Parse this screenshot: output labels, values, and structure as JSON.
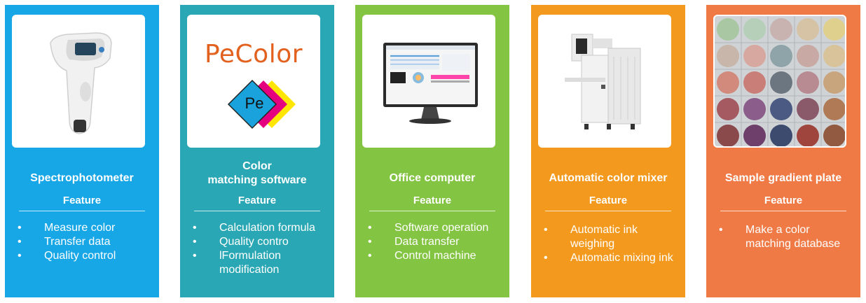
{
  "colors": {
    "card1": "#17a6e6",
    "card2": "#2aa7b4",
    "card3": "#84c443",
    "card4": "#f39a1e",
    "card5": "#ef7a45"
  },
  "cards": [
    {
      "title_lines": [
        "Spectrophotometer"
      ],
      "feature": "Feature",
      "items": [
        "Measure color",
        "Transfer data",
        "Quality control"
      ],
      "image_icon": "spectrophotometer-device"
    },
    {
      "title_lines": [
        "Color",
        "matching software"
      ],
      "feature": "Feature",
      "items": [
        "Calculation formula",
        "Quality contro",
        "lFormulation",
        "modification"
      ],
      "logo_text": "PeColor",
      "logo_mark": "Pe",
      "image_icon": "pecolor-logo"
    },
    {
      "title_lines": [
        "Office computer"
      ],
      "feature": "Feature",
      "items": [
        "Software operation",
        "Data transfer",
        "Control machine"
      ],
      "image_icon": "desktop-monitor"
    },
    {
      "title_lines": [
        "Automatic color mixer"
      ],
      "feature": "Feature",
      "items": [
        "Automatic ink",
        "weighing",
        "Automatic mixing ink"
      ],
      "image_icon": "color-mixer-machine"
    },
    {
      "title_lines": [
        "Sample gradient plate"
      ],
      "feature": "Feature",
      "items": [
        "Make a color",
        "matching database"
      ],
      "image_icon": "sample-plate-photo"
    }
  ]
}
